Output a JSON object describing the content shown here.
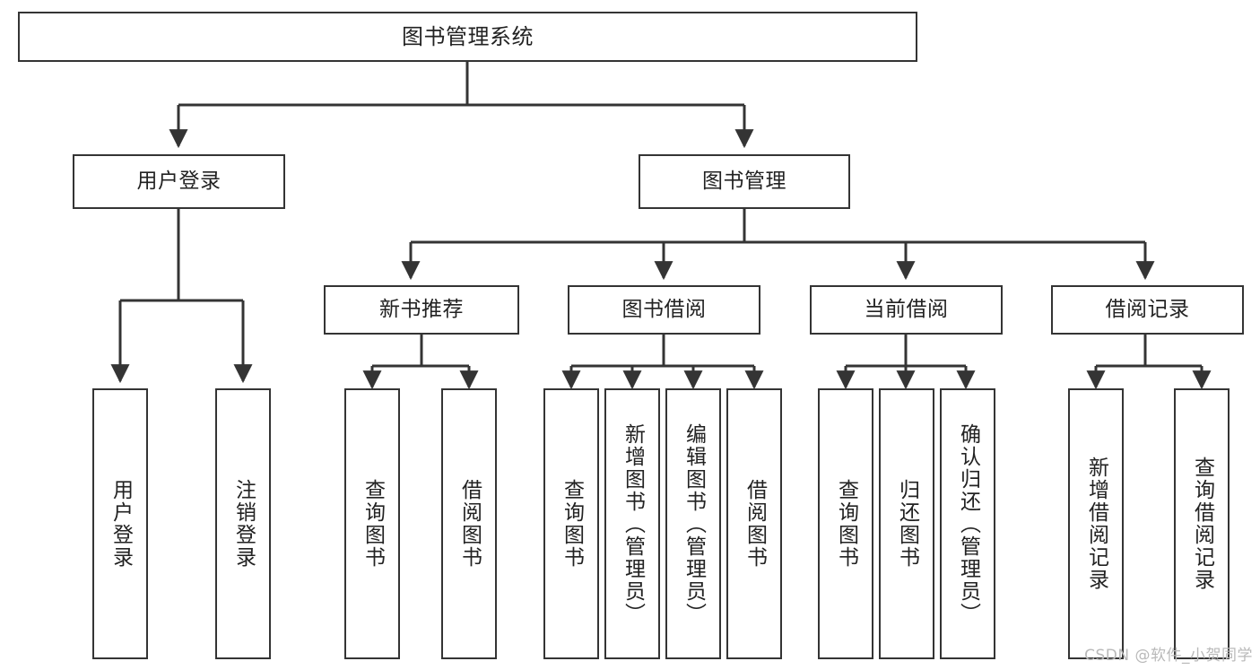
{
  "diagram": {
    "title": "图书管理系统",
    "type": "hierarchy-tree",
    "background_color": "#ffffff",
    "line_color": "#343434",
    "box_border_color": "#343434",
    "box_fill_color": "#ffffff",
    "text_color": "#222222",
    "root": {
      "label": "图书管理系统"
    },
    "level2": [
      {
        "label": "用户登录"
      },
      {
        "label": "图书管理"
      }
    ],
    "level3": [
      {
        "label": "新书推荐"
      },
      {
        "label": "图书借阅"
      },
      {
        "label": "当前借阅"
      },
      {
        "label": "借阅记录"
      }
    ],
    "leaves": {
      "user_login": [
        {
          "label": "用户登录"
        },
        {
          "label": "注销登录"
        }
      ],
      "new_book_recommend": [
        {
          "label": "查询图书"
        },
        {
          "label": "借阅图书"
        }
      ],
      "book_borrow": [
        {
          "label": "查询图书"
        },
        {
          "label": "新增图书（管理员）"
        },
        {
          "label": "编辑图书（管理员）"
        },
        {
          "label": "借阅图书"
        }
      ],
      "current_borrow": [
        {
          "label": "查询图书"
        },
        {
          "label": "归还图书"
        },
        {
          "label": "确认归还（管理员）"
        }
      ],
      "borrow_record": [
        {
          "label": "新增借阅记录"
        },
        {
          "label": "查询借阅记录"
        }
      ]
    }
  },
  "watermark": {
    "text": "CSDN @软件_小贺同学"
  }
}
